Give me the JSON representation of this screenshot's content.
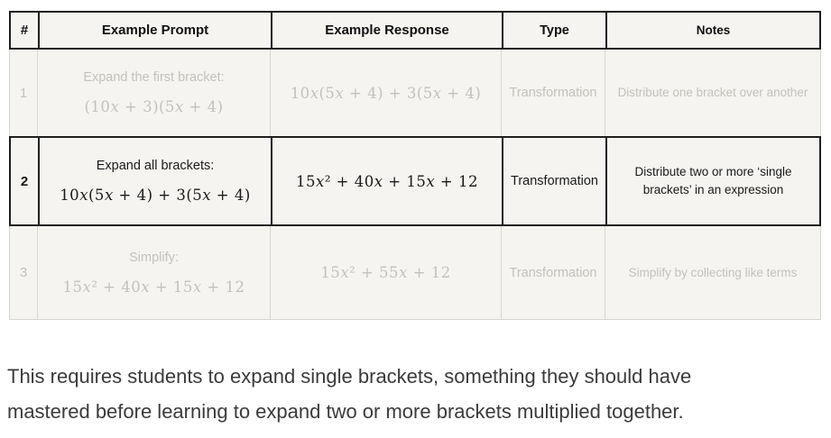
{
  "table": {
    "headers": [
      "#",
      "Example Prompt",
      "Example Response",
      "Type",
      "Notes"
    ],
    "rows": [
      {
        "num": "1",
        "prompt_label": "Expand the first bracket:",
        "prompt_math": "(10x + 3)(5x + 4)",
        "response_math": "10x(5x + 4) + 3(5x + 4)",
        "type": "Transformation",
        "notes": "Distribute one bracket over another",
        "state": "muted"
      },
      {
        "num": "2",
        "prompt_label": "Expand all brackets:",
        "prompt_math": "10x(5x + 4) + 3(5x + 4)",
        "response_math": "15x² + 40x + 15x + 12",
        "type": "Transformation",
        "notes": "Distribute two or more ‘single brackets’ in an expression",
        "state": "active"
      },
      {
        "num": "3",
        "prompt_label": "Simplify:",
        "prompt_math": "15x² + 40x + 15x + 12",
        "response_math": "15x² + 55x + 12",
        "type": "Transformation",
        "notes": "Simplify by collecting like terms",
        "state": "muted"
      }
    ]
  },
  "paragraph": "This requires students to expand single brackets, something they should have mastered before learning to expand two or more brackets multiplied together.",
  "colors": {
    "cell_background": "#f5f4f1",
    "active_border": "#1f1f1f",
    "muted_border": "#d8d6d2",
    "active_text": "#1a1a1a",
    "muted_text": "#c4c1bc",
    "paragraph_text": "#3b3b3b"
  }
}
